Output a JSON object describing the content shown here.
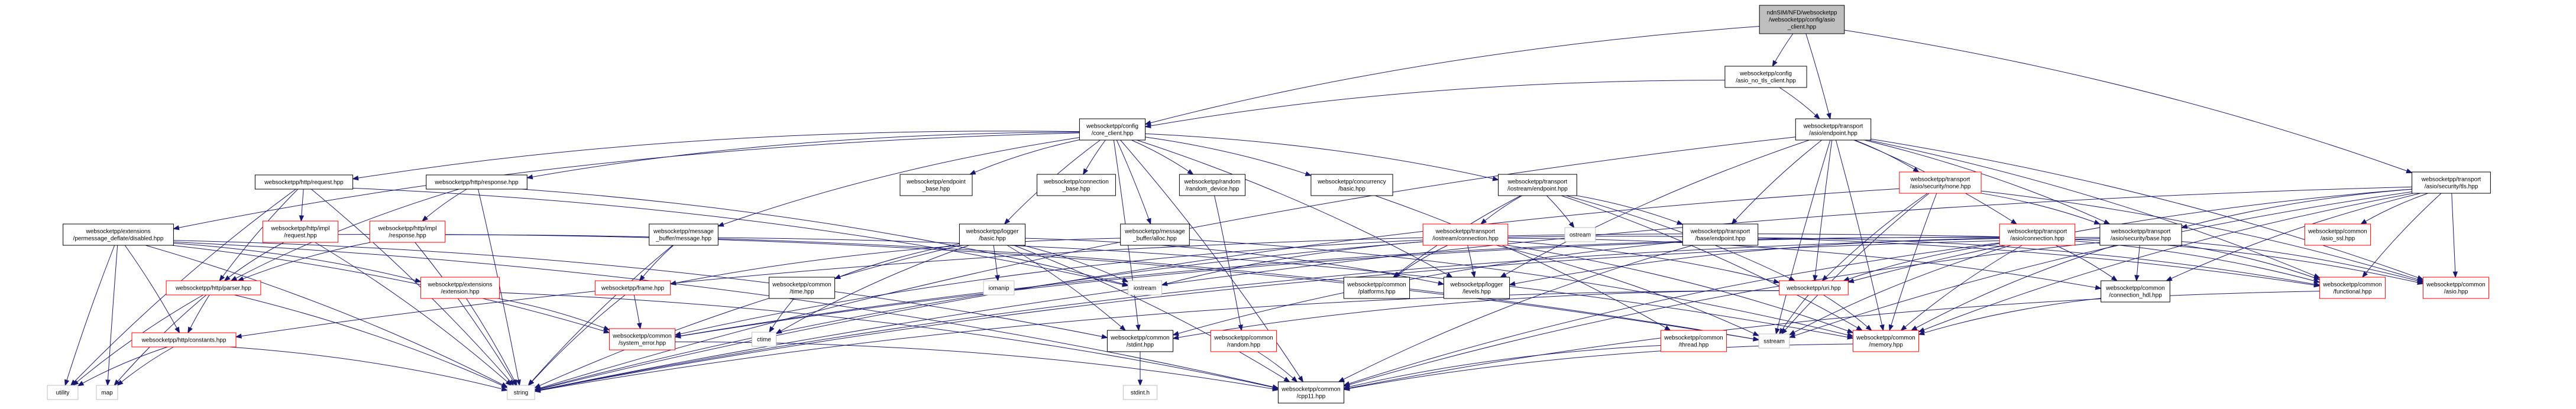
{
  "title": "ndnSIM/NFD/websocketpp/websocketpp/config/asio_client.hpp include dependency graph",
  "legend": {
    "root_fill": "#bfbfbf",
    "documented_border": "#000000",
    "undocumented_border_red": "#ff0000",
    "system_header_border": "#bfbfbf",
    "edge_color": "#191970"
  },
  "nodes": [
    {
      "id": "root",
      "lines": [
        "ndnSIM/NFD/websocketpp",
        "/websocketpp/config/asio",
        "_client.hpp"
      ],
      "kind": "root"
    },
    {
      "id": "asio_no_tls_client",
      "lines": [
        "websocketpp/config",
        "/asio_no_tls_client.hpp"
      ],
      "kind": "doc"
    },
    {
      "id": "core_client",
      "lines": [
        "websocketpp/config",
        "/core_client.hpp"
      ],
      "kind": "doc"
    },
    {
      "id": "asio_endpoint",
      "lines": [
        "websocketpp/transport",
        "/asio/endpoint.hpp"
      ],
      "kind": "doc"
    },
    {
      "id": "http_request",
      "lines": [
        "websocketpp/http/request.hpp"
      ],
      "kind": "doc"
    },
    {
      "id": "http_response",
      "lines": [
        "websocketpp/http/response.hpp"
      ],
      "kind": "doc"
    },
    {
      "id": "endpoint_base",
      "lines": [
        "websocketpp/endpoint",
        "_base.hpp"
      ],
      "kind": "doc"
    },
    {
      "id": "connection_base",
      "lines": [
        "websocketpp/connection",
        "_base.hpp"
      ],
      "kind": "doc"
    },
    {
      "id": "random_device",
      "lines": [
        "websocketpp/random",
        "/random_device.hpp"
      ],
      "kind": "doc"
    },
    {
      "id": "concurrency_basic",
      "lines": [
        "websocketpp/concurrency",
        "/basic.hpp"
      ],
      "kind": "doc"
    },
    {
      "id": "iostream_endpoint",
      "lines": [
        "websocketpp/transport",
        "/iostream/endpoint.hpp"
      ],
      "kind": "doc"
    },
    {
      "id": "security_none",
      "lines": [
        "websocketpp/transport",
        "/asio/security/none.hpp"
      ],
      "kind": "red"
    },
    {
      "id": "security_tls",
      "lines": [
        "websocketpp/transport",
        "/asio/security/tls.hpp"
      ],
      "kind": "doc"
    },
    {
      "id": "pmd_disabled",
      "lines": [
        "websocketpp/extensions",
        "/permessage_deflate/disabled.hpp"
      ],
      "kind": "doc"
    },
    {
      "id": "impl_request",
      "lines": [
        "websocketpp/http/impl",
        "/request.hpp"
      ],
      "kind": "red"
    },
    {
      "id": "impl_response",
      "lines": [
        "websocketpp/http/impl",
        "/response.hpp"
      ],
      "kind": "red"
    },
    {
      "id": "mb_message",
      "lines": [
        "websocketpp/message",
        "_buffer/message.hpp"
      ],
      "kind": "doc"
    },
    {
      "id": "logger_basic",
      "lines": [
        "websocketpp/logger",
        "/basic.hpp"
      ],
      "kind": "doc"
    },
    {
      "id": "mb_alloc",
      "lines": [
        "websocketpp/message",
        "_buffer/alloc.hpp"
      ],
      "kind": "doc"
    },
    {
      "id": "iostream_connection",
      "lines": [
        "websocketpp/transport",
        "/iostream/connection.hpp"
      ],
      "kind": "red"
    },
    {
      "id": "ostream",
      "lines": [
        "ostream"
      ],
      "kind": "sys"
    },
    {
      "id": "base_endpoint",
      "lines": [
        "websocketpp/transport",
        "/base/endpoint.hpp"
      ],
      "kind": "doc"
    },
    {
      "id": "asio_connection",
      "lines": [
        "websocketpp/transport",
        "/asio/connection.hpp"
      ],
      "kind": "red"
    },
    {
      "id": "security_base",
      "lines": [
        "websocketpp/transport",
        "/asio/security/base.hpp"
      ],
      "kind": "doc"
    },
    {
      "id": "asio_ssl",
      "lines": [
        "websocketpp/common",
        "/asio_ssl.hpp"
      ],
      "kind": "red"
    },
    {
      "id": "http_parser",
      "lines": [
        "websocketpp/http/parser.hpp"
      ],
      "kind": "red"
    },
    {
      "id": "extension",
      "lines": [
        "websocketpp/extensions",
        "/extension.hpp"
      ],
      "kind": "red"
    },
    {
      "id": "frame",
      "lines": [
        "websocketpp/frame.hpp"
      ],
      "kind": "red"
    },
    {
      "id": "common_time",
      "lines": [
        "websocketpp/common",
        "/time.hpp"
      ],
      "kind": "doc"
    },
    {
      "id": "iomanip",
      "lines": [
        "iomanip"
      ],
      "kind": "sys"
    },
    {
      "id": "iostream",
      "lines": [
        "iostream"
      ],
      "kind": "sys"
    },
    {
      "id": "platforms",
      "lines": [
        "websocketpp/common",
        "/platforms.hpp"
      ],
      "kind": "doc"
    },
    {
      "id": "logger_levels",
      "lines": [
        "websocketpp/logger",
        "/levels.hpp"
      ],
      "kind": "doc"
    },
    {
      "id": "uri",
      "lines": [
        "websocketpp/uri.hpp"
      ],
      "kind": "red"
    },
    {
      "id": "connection_hdl",
      "lines": [
        "websocketpp/common",
        "/connection_hdl.hpp"
      ],
      "kind": "doc"
    },
    {
      "id": "functional",
      "lines": [
        "websocketpp/common",
        "/functional.hpp"
      ],
      "kind": "red"
    },
    {
      "id": "common_asio",
      "lines": [
        "websocketpp/common",
        "/asio.hpp"
      ],
      "kind": "red"
    },
    {
      "id": "http_constants",
      "lines": [
        "websocketpp/http/constants.hpp"
      ],
      "kind": "red"
    },
    {
      "id": "system_error",
      "lines": [
        "websocketpp/common",
        "/system_error.hpp"
      ],
      "kind": "red"
    },
    {
      "id": "ctime",
      "lines": [
        "ctime"
      ],
      "kind": "sys"
    },
    {
      "id": "common_stdint",
      "lines": [
        "websocketpp/common",
        "/stdint.hpp"
      ],
      "kind": "doc"
    },
    {
      "id": "common_random",
      "lines": [
        "websocketpp/common",
        "/random.hpp"
      ],
      "kind": "red"
    },
    {
      "id": "common_thread",
      "lines": [
        "websocketpp/common",
        "/thread.hpp"
      ],
      "kind": "red"
    },
    {
      "id": "sstream",
      "lines": [
        "sstream"
      ],
      "kind": "sys"
    },
    {
      "id": "memory",
      "lines": [
        "websocketpp/common",
        "/memory.hpp"
      ],
      "kind": "red"
    },
    {
      "id": "utility",
      "lines": [
        "utility"
      ],
      "kind": "sys"
    },
    {
      "id": "map",
      "lines": [
        "map"
      ],
      "kind": "sys"
    },
    {
      "id": "string",
      "lines": [
        "string"
      ],
      "kind": "sys"
    },
    {
      "id": "stdint_h",
      "lines": [
        "stdint.h"
      ],
      "kind": "sys"
    },
    {
      "id": "cpp11",
      "lines": [
        "websocketpp/common",
        "/cpp11.hpp"
      ],
      "kind": "doc"
    }
  ],
  "edges": [
    [
      "root",
      "asio_no_tls_client"
    ],
    [
      "root",
      "core_client"
    ],
    [
      "root",
      "asio_endpoint"
    ],
    [
      "root",
      "security_tls"
    ],
    [
      "asio_no_tls_client",
      "core_client"
    ],
    [
      "asio_no_tls_client",
      "asio_endpoint"
    ],
    [
      "core_client",
      "http_request"
    ],
    [
      "core_client",
      "http_response"
    ],
    [
      "core_client",
      "endpoint_base"
    ],
    [
      "core_client",
      "connection_base"
    ],
    [
      "core_client",
      "random_device"
    ],
    [
      "core_client",
      "concurrency_basic"
    ],
    [
      "core_client",
      "iostream_endpoint"
    ],
    [
      "core_client",
      "pmd_disabled"
    ],
    [
      "core_client",
      "mb_message"
    ],
    [
      "core_client",
      "logger_basic"
    ],
    [
      "core_client",
      "mb_alloc"
    ],
    [
      "core_client",
      "logger_levels"
    ],
    [
      "core_client",
      "common_stdint"
    ],
    [
      "core_client",
      "cpp11"
    ],
    [
      "asio_endpoint",
      "security_none"
    ],
    [
      "asio_endpoint",
      "asio_connection"
    ],
    [
      "asio_endpoint",
      "security_base"
    ],
    [
      "asio_endpoint",
      "base_endpoint"
    ],
    [
      "asio_endpoint",
      "uri"
    ],
    [
      "asio_endpoint",
      "logger_levels"
    ],
    [
      "asio_endpoint",
      "functional"
    ],
    [
      "asio_endpoint",
      "common_asio"
    ],
    [
      "asio_endpoint",
      "sstream"
    ],
    [
      "asio_endpoint",
      "string"
    ],
    [
      "asio_endpoint",
      "memory"
    ],
    [
      "http_request",
      "impl_request"
    ],
    [
      "http_request",
      "http_parser"
    ],
    [
      "http_request",
      "string"
    ],
    [
      "http_request",
      "iostream"
    ],
    [
      "http_request",
      "utility"
    ],
    [
      "http_response",
      "impl_response"
    ],
    [
      "http_response",
      "http_parser"
    ],
    [
      "http_response",
      "string"
    ],
    [
      "http_response",
      "iostream"
    ],
    [
      "random_device",
      "common_random"
    ],
    [
      "concurrency_basic",
      "common_thread"
    ],
    [
      "iostream_endpoint",
      "iostream_connection"
    ],
    [
      "iostream_endpoint",
      "ostream"
    ],
    [
      "iostream_endpoint",
      "base_endpoint"
    ],
    [
      "iostream_endpoint",
      "platforms"
    ],
    [
      "iostream_endpoint",
      "uri"
    ],
    [
      "iostream_endpoint",
      "memory"
    ],
    [
      "security_none",
      "security_base"
    ],
    [
      "security_none",
      "uri"
    ],
    [
      "security_none",
      "memory"
    ],
    [
      "security_none",
      "sstream"
    ],
    [
      "security_none",
      "string"
    ],
    [
      "security_none",
      "common_asio"
    ],
    [
      "security_tls",
      "security_base"
    ],
    [
      "security_tls",
      "asio_ssl"
    ],
    [
      "security_tls",
      "common_asio"
    ],
    [
      "security_tls",
      "functional"
    ],
    [
      "security_tls",
      "memory"
    ],
    [
      "security_tls",
      "connection_hdl"
    ],
    [
      "security_tls",
      "uri"
    ],
    [
      "security_tls",
      "string"
    ],
    [
      "security_tls",
      "sstream"
    ],
    [
      "pmd_disabled",
      "extension"
    ],
    [
      "pmd_disabled",
      "http_constants"
    ],
    [
      "pmd_disabled",
      "system_error"
    ],
    [
      "pmd_disabled",
      "cpp11"
    ],
    [
      "pmd_disabled",
      "common_stdint"
    ],
    [
      "pmd_disabled",
      "string"
    ],
    [
      "pmd_disabled",
      "utility"
    ],
    [
      "pmd_disabled",
      "map"
    ],
    [
      "impl_request",
      "http_parser"
    ],
    [
      "impl_request",
      "string"
    ],
    [
      "impl_request",
      "sstream"
    ],
    [
      "impl_response",
      "http_parser"
    ],
    [
      "impl_response",
      "string"
    ],
    [
      "impl_response",
      "sstream"
    ],
    [
      "mb_message",
      "frame"
    ],
    [
      "mb_message",
      "memory"
    ],
    [
      "mb_message",
      "string"
    ],
    [
      "logger_basic",
      "common_time"
    ],
    [
      "logger_basic",
      "iomanip"
    ],
    [
      "logger_basic",
      "iostream"
    ],
    [
      "logger_basic",
      "logger_levels"
    ],
    [
      "logger_basic",
      "common_stdint"
    ],
    [
      "logger_basic",
      "string"
    ],
    [
      "logger_basic",
      "ctime"
    ],
    [
      "logger_basic",
      "cpp11"
    ],
    [
      "mb_alloc",
      "frame"
    ],
    [
      "mb_alloc",
      "memory"
    ],
    [
      "iostream_connection",
      "platforms"
    ],
    [
      "iostream_connection",
      "logger_levels"
    ],
    [
      "iostream_connection",
      "iostream"
    ],
    [
      "iostream_connection",
      "memory"
    ],
    [
      "iostream_connection",
      "connection_hdl"
    ],
    [
      "iostream_connection",
      "uri"
    ],
    [
      "iostream_connection",
      "functional"
    ],
    [
      "iostream_connection",
      "sstream"
    ],
    [
      "iostream_connection",
      "string"
    ],
    [
      "iostream_connection",
      "system_error"
    ],
    [
      "base_endpoint",
      "common_stdint"
    ],
    [
      "base_endpoint",
      "functional"
    ],
    [
      "base_endpoint",
      "cpp11"
    ],
    [
      "asio_connection",
      "uri"
    ],
    [
      "asio_connection",
      "logger_levels"
    ],
    [
      "asio_connection",
      "connection_hdl"
    ],
    [
      "asio_connection",
      "functional"
    ],
    [
      "asio_connection",
      "common_asio"
    ],
    [
      "asio_connection",
      "memory"
    ],
    [
      "asio_connection",
      "sstream"
    ],
    [
      "asio_connection",
      "string"
    ],
    [
      "asio_connection",
      "system_error"
    ],
    [
      "asio_connection",
      "cpp11"
    ],
    [
      "asio_connection",
      "http_constants"
    ],
    [
      "security_base",
      "connection_hdl"
    ],
    [
      "security_base",
      "functional"
    ],
    [
      "security_base",
      "common_asio"
    ],
    [
      "security_base",
      "memory"
    ],
    [
      "security_base",
      "system_error"
    ],
    [
      "security_base",
      "string"
    ],
    [
      "security_base",
      "cpp11"
    ],
    [
      "http_parser",
      "http_constants"
    ],
    [
      "http_parser",
      "string"
    ],
    [
      "http_parser",
      "utility"
    ],
    [
      "http_parser",
      "map"
    ],
    [
      "extension",
      "system_error"
    ],
    [
      "extension",
      "cpp11"
    ],
    [
      "extension",
      "string"
    ],
    [
      "frame",
      "system_error"
    ],
    [
      "frame",
      "string"
    ],
    [
      "common_time",
      "ctime"
    ],
    [
      "uri",
      "sstream"
    ],
    [
      "uri",
      "memory"
    ],
    [
      "uri",
      "string"
    ],
    [
      "uri",
      "common_stdint"
    ],
    [
      "connection_hdl",
      "memory"
    ],
    [
      "functional",
      "cpp11"
    ],
    [
      "http_constants",
      "string"
    ],
    [
      "http_constants",
      "map"
    ],
    [
      "http_constants",
      "utility"
    ],
    [
      "system_error",
      "cpp11"
    ],
    [
      "common_stdint",
      "stdint_h"
    ],
    [
      "common_random",
      "cpp11"
    ],
    [
      "common_thread",
      "cpp11"
    ],
    [
      "memory",
      "cpp11"
    ]
  ]
}
